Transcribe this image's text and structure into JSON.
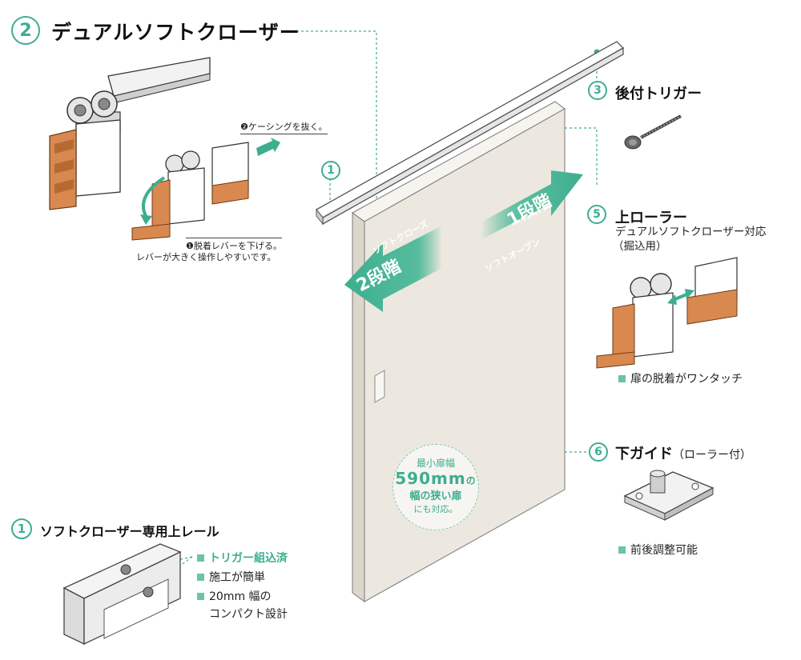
{
  "header": {
    "number": "2",
    "title": "デュアルソフトクローザー"
  },
  "callouts": {
    "casing_step": "❷ケーシングを抜く。",
    "lever_step_line1": "❶脱着レバーを下げる。",
    "lever_step_line2": "レバーが大きく操作しやすいです。"
  },
  "door_arrows": {
    "close": {
      "caption": "ソフトクローズ",
      "label": "2段階"
    },
    "open": {
      "caption": "ソフトオープン",
      "label": "1段階"
    }
  },
  "badge": {
    "line1": "最小扉幅",
    "line2_value": "590mm",
    "line2_suffix": "の",
    "line3": "幅の狭い扉",
    "line4": "にも対応。"
  },
  "parts": {
    "rail": {
      "number": "1",
      "title": "ソフトクローザー専用上レール",
      "features": [
        "トリガー組込済",
        "施工が簡単",
        "20mm 幅の",
        "コンパクト設計"
      ]
    },
    "trigger": {
      "number": "3",
      "title": "後付トリガー"
    },
    "upper_roller": {
      "number": "5",
      "title": "上ローラー",
      "subtitle_line1": "デュアルソフトクローザー対応",
      "subtitle_line2": "（掘込用）",
      "feature": "扉の脱着がワンタッチ"
    },
    "lower_guide": {
      "number": "6",
      "title": "下ガイド",
      "title_suffix": "（ローラー付）",
      "feature": "前後調整可能"
    }
  },
  "colors": {
    "accent": "#3dae8f",
    "accent_light": "#6cc3a9",
    "door": "#ece8df",
    "orange_part": "#d9894f"
  }
}
